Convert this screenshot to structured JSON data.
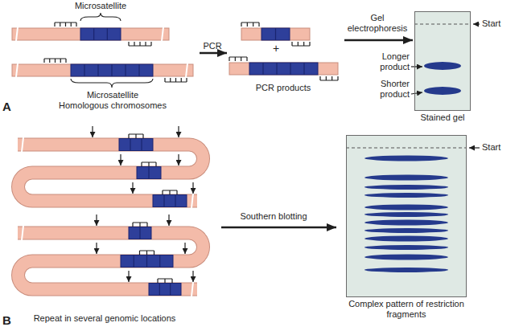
{
  "diagram": {
    "nodes": [
      {
        "text": [
          "Stained gel"
        ]
      },
      {
        "text": [
          "Complex pattern of restriction fragments"
        ]
      }
    ],
    "labels": [
      "Microsatellite",
      "PCR",
      "+",
      "PCR products",
      "Microsatellite",
      "Homologous chromosomes",
      "A",
      "Gel electrophoresis",
      "Start",
      "Longer product",
      "Shorter product",
      "Southern blotting",
      "Repeat in several genomic locations",
      "Start",
      "B"
    ]
  }
}
